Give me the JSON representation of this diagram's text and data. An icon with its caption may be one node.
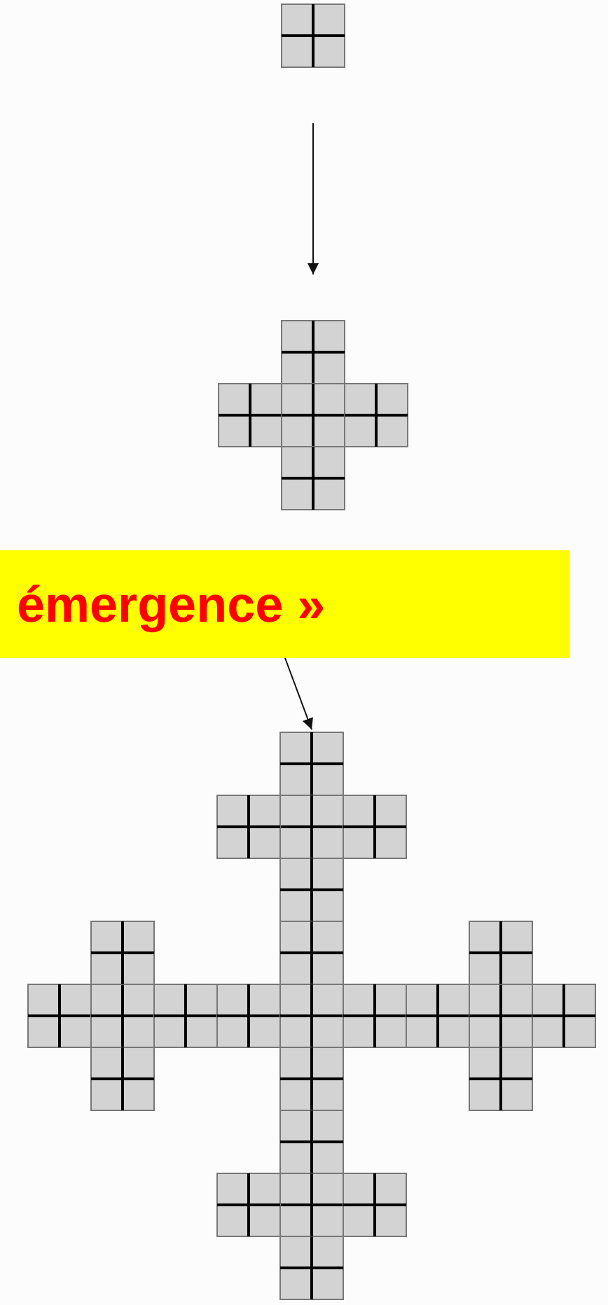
{
  "diagram": {
    "nodes": [
      {
        "text": [],
        "shape": "picture"
      },
      {
        "text": [],
        "shape": "picture"
      },
      {
        "text": [
          "émergence »"
        ]
      },
      {
        "text": [],
        "shape": "picture"
      }
    ],
    "edges": [
      {
        "from": 0,
        "to": 1,
        "arrow": "to"
      },
      {
        "from": 2,
        "to": 3,
        "arrow": "to"
      }
    ]
  }
}
